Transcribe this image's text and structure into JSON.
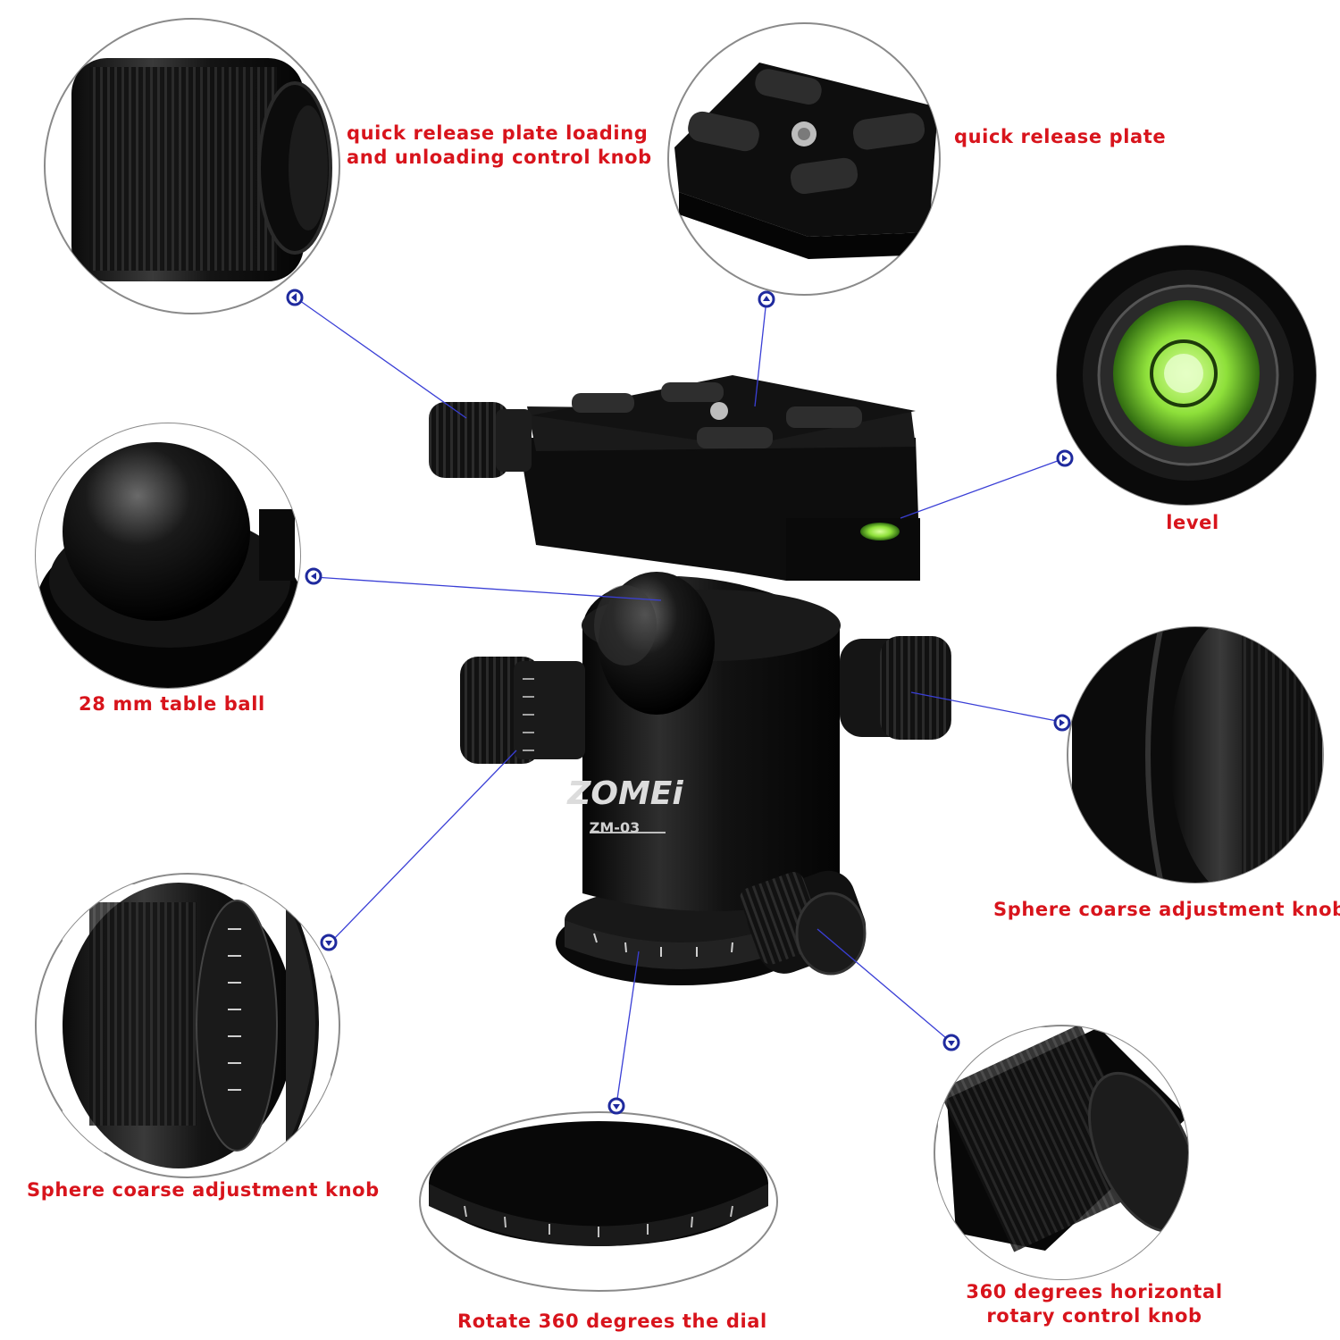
{
  "callouts": {
    "knob_top_left": {
      "lines": [
        "quick release plate loading",
        "and unloading control knob"
      ]
    },
    "plate": {
      "lines": [
        "quick release plate"
      ]
    },
    "level": {
      "lines": [
        "level"
      ]
    },
    "ball": {
      "lines": [
        "28 mm table ball"
      ]
    },
    "knob_right": {
      "lines": [
        "Sphere coarse adjustment knob"
      ]
    },
    "knob_left": {
      "lines": [
        "Sphere coarse adjustment knob"
      ]
    },
    "dial": {
      "lines": [
        "Rotate 360 degrees the dial"
      ]
    },
    "rotary_knob": {
      "lines": [
        "360 degrees horizontal",
        "rotary control knob"
      ]
    }
  },
  "product": {
    "brand": "ZOMEi",
    "model": "ZM-03"
  },
  "colors": {
    "label": "#d8141c",
    "pointer": "#1f2a9e",
    "leader": "#3a3fd6",
    "circle_outline": "#8a8a8a",
    "level_bubble": "#9be23c"
  },
  "icons": {
    "pointer": "circle-arrow-icon"
  }
}
